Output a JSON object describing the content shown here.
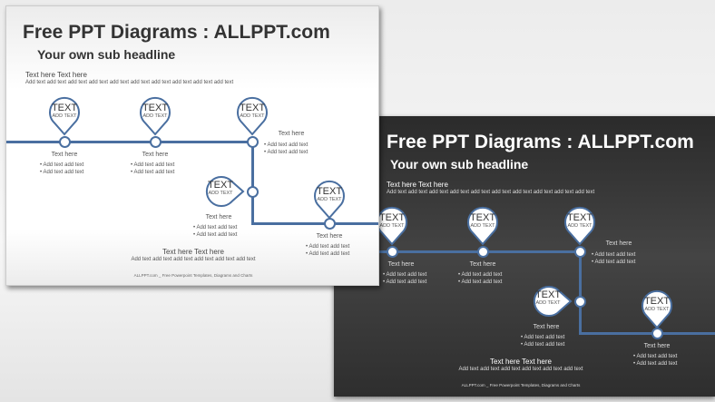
{
  "slides": [
    {
      "theme": "light",
      "title": "Free PPT Diagrams : ALLPPT.com",
      "subtitle": "Your own sub headline",
      "intro_heading": "Text here Text here",
      "intro_text": "Add text add text add text add text add text add text add text add text add text add text",
      "pins": [
        {
          "big": "TEXT",
          "small": "ADD TEXT",
          "label": "Text here",
          "bullets": [
            "Add text add text",
            "Add text add text"
          ]
        },
        {
          "big": "TEXT",
          "small": "ADD TEXT",
          "label": "Text here",
          "bullets": [
            "Add text add text",
            "Add text add text"
          ]
        },
        {
          "big": "TEXT",
          "small": "ADD TEXT",
          "label": "Text here",
          "bullets": [
            "Add text add text",
            "Add text add text"
          ]
        },
        {
          "big": "TEXT",
          "small": "ADD TEXT",
          "label": "Text here",
          "bullets": [
            "Add text add text",
            "Add text add text"
          ]
        },
        {
          "big": "TEXT",
          "small": "ADD TEXT",
          "label": "Text here",
          "bullets": [
            "Add text add text",
            "Add text add text"
          ]
        }
      ],
      "bottom_heading": "Text here Text here",
      "bottom_text": "Add text add text add text add text add text add text",
      "footer": "ALLPPT.com _ Free Powerpoint Templates, Diagrams and Charts"
    },
    {
      "theme": "dark",
      "title": "Free PPT Diagrams : ALLPPT.com",
      "subtitle": "Your own sub headline",
      "intro_heading": "Text here Text here",
      "intro_text": "Add text add text add text add text add text add text add text add text add text add text",
      "pins": [
        {
          "big": "TEXT",
          "small": "ADD TEXT",
          "label": "Text here",
          "bullets": [
            "Add text add text",
            "Add text add text"
          ]
        },
        {
          "big": "TEXT",
          "small": "ADD TEXT",
          "label": "Text here",
          "bullets": [
            "Add text add text",
            "Add text add text"
          ]
        },
        {
          "big": "TEXT",
          "small": "ADD TEXT",
          "label": "Text here",
          "bullets": [
            "Add text add text",
            "Add text add text"
          ]
        },
        {
          "big": "TEXT",
          "small": "ADD TEXT",
          "label": "Text here",
          "bullets": [
            "Add text add text",
            "Add text add text"
          ]
        },
        {
          "big": "TEXT",
          "small": "ADD TEXT",
          "label": "Text here",
          "bullets": [
            "Add text add text",
            "Add text add text"
          ]
        }
      ],
      "bottom_heading": "Text here Text here",
      "bottom_text": "Add text add text add text add text add text add text",
      "footer": "ALLPPT.com _ Free Powerpoint Templates, Diagrams and Charts"
    }
  ],
  "colors": {
    "line": "#4a6fa0",
    "dark_bg": "#3a3a3a",
    "light_bg": "#ffffff"
  }
}
